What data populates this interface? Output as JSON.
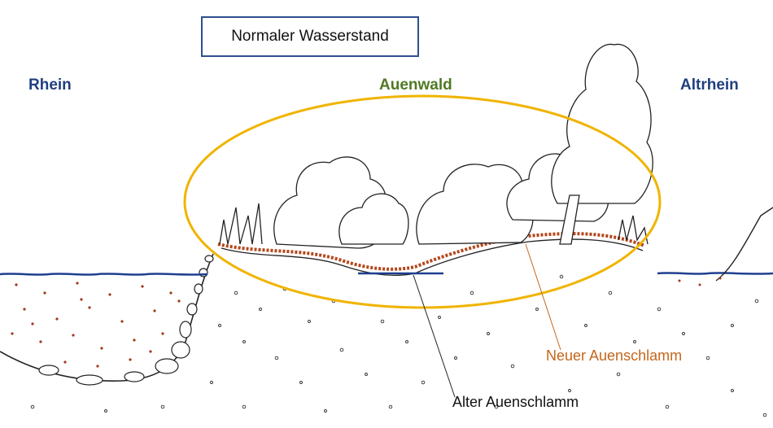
{
  "title": "Normaler Wasserstand",
  "labels": {
    "rhein": "Rhein",
    "auenwald": "Auenwald",
    "altrhein": "Altrhein",
    "neuer_auenschlamm": "Neuer Auenschlamm",
    "alter_auenschlamm": "Alter Auenschlamm"
  },
  "colors": {
    "water": "#1f3f8f",
    "label_blue": "#1f3f7f",
    "forest_green": "#4f7a23",
    "ellipse": "#f0b400",
    "new_sludge": "#b5461a",
    "text": "#111111"
  }
}
